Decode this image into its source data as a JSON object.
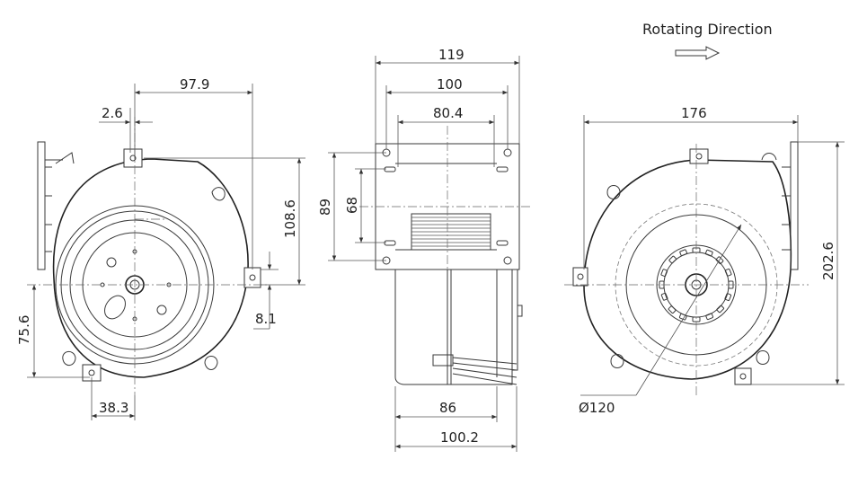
{
  "annotation": {
    "rotating_direction": "Rotating Direction"
  },
  "dimensions": {
    "front": {
      "d_97_9": "97.9",
      "d_2_6": "2.6",
      "d_108_6": "108.6",
      "d_8_1": "8.1",
      "d_75_6": "75.6",
      "d_38_3": "38.3"
    },
    "side": {
      "d_119": "119",
      "d_100": "100",
      "d_80_4": "80.4",
      "d_89": "89",
      "d_68": "68",
      "d_86": "86",
      "d_100_2": "100.2"
    },
    "back": {
      "d_176": "176",
      "d_202_6": "202.6",
      "d_120": "Ø120"
    }
  }
}
